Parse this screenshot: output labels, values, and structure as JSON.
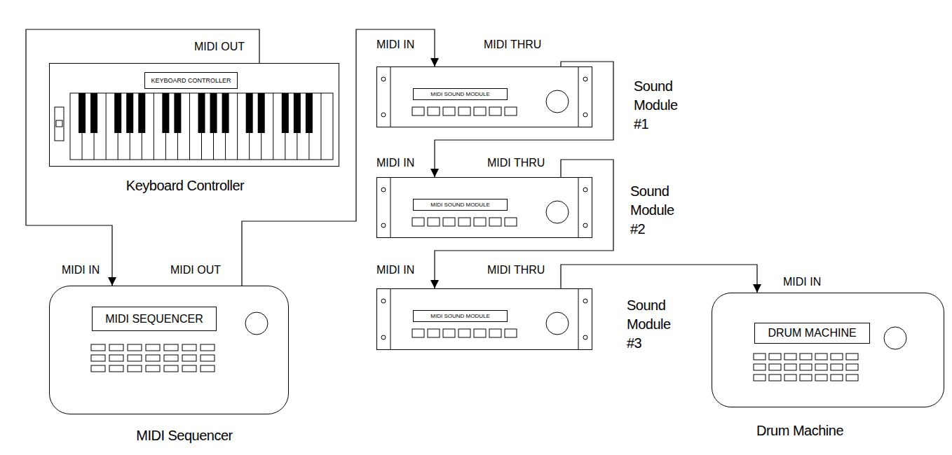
{
  "diagram": {
    "nodes": [
      {
        "text": [
          "KEYBOARD CONTROLLER",
          "Keyboard Controller"
        ]
      },
      {
        "text": [
          "MIDI SEQUENCER",
          "MIDI Sequencer"
        ]
      },
      {
        "text": [
          "MIDI SOUND MODULE",
          "Sound Module #1"
        ]
      },
      {
        "text": [
          "MIDI SOUND MODULE",
          "Sound Module #2"
        ]
      },
      {
        "text": [
          "MIDI SOUND MODULE",
          "Sound Module #3"
        ]
      },
      {
        "text": [
          "DRUM MACHINE",
          "Drum Machine"
        ]
      }
    ],
    "edges": [
      {
        "from": 0,
        "to": 1,
        "arrow": "to"
      },
      {
        "from": 1,
        "to": 2,
        "arrow": "to"
      },
      {
        "from": 2,
        "to": 3,
        "arrow": "to"
      },
      {
        "from": 3,
        "to": 4,
        "arrow": "to"
      },
      {
        "from": 4,
        "to": 5,
        "arrow": "to"
      }
    ],
    "labels": [
      "MIDI OUT",
      "MIDI IN",
      "MIDI OUT",
      "MIDI IN",
      "MIDI THRU",
      "MIDI IN",
      "MIDI THRU",
      "MIDI IN",
      "MIDI THRU",
      "MIDI IN"
    ]
  }
}
